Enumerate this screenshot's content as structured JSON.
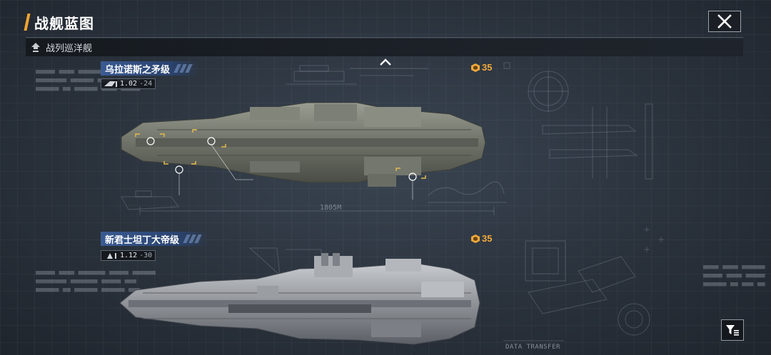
{
  "header": {
    "title": "战舰蓝图"
  },
  "category": {
    "label": "战列巡洋舰"
  },
  "ships": [
    {
      "name": "乌拉诺斯之矛级",
      "stat_main": "1.02",
      "stat_sub": "-24",
      "cost": "35"
    },
    {
      "name": "新君士坦丁大帝级",
      "stat_main": "1.12",
      "stat_sub": "-30",
      "cost": "35"
    }
  ],
  "blueprint": {
    "length_label": "1805M",
    "data_transfer": "DATA TRANSFER"
  },
  "colors": {
    "accent": "#f0a531",
    "label_bg": "#3a5c96",
    "cost": "#f2a93b"
  },
  "icons": [
    "close-icon",
    "rank-icon",
    "coin-icon",
    "chevron-up-icon",
    "chevron-down-icon",
    "filter-icon"
  ]
}
